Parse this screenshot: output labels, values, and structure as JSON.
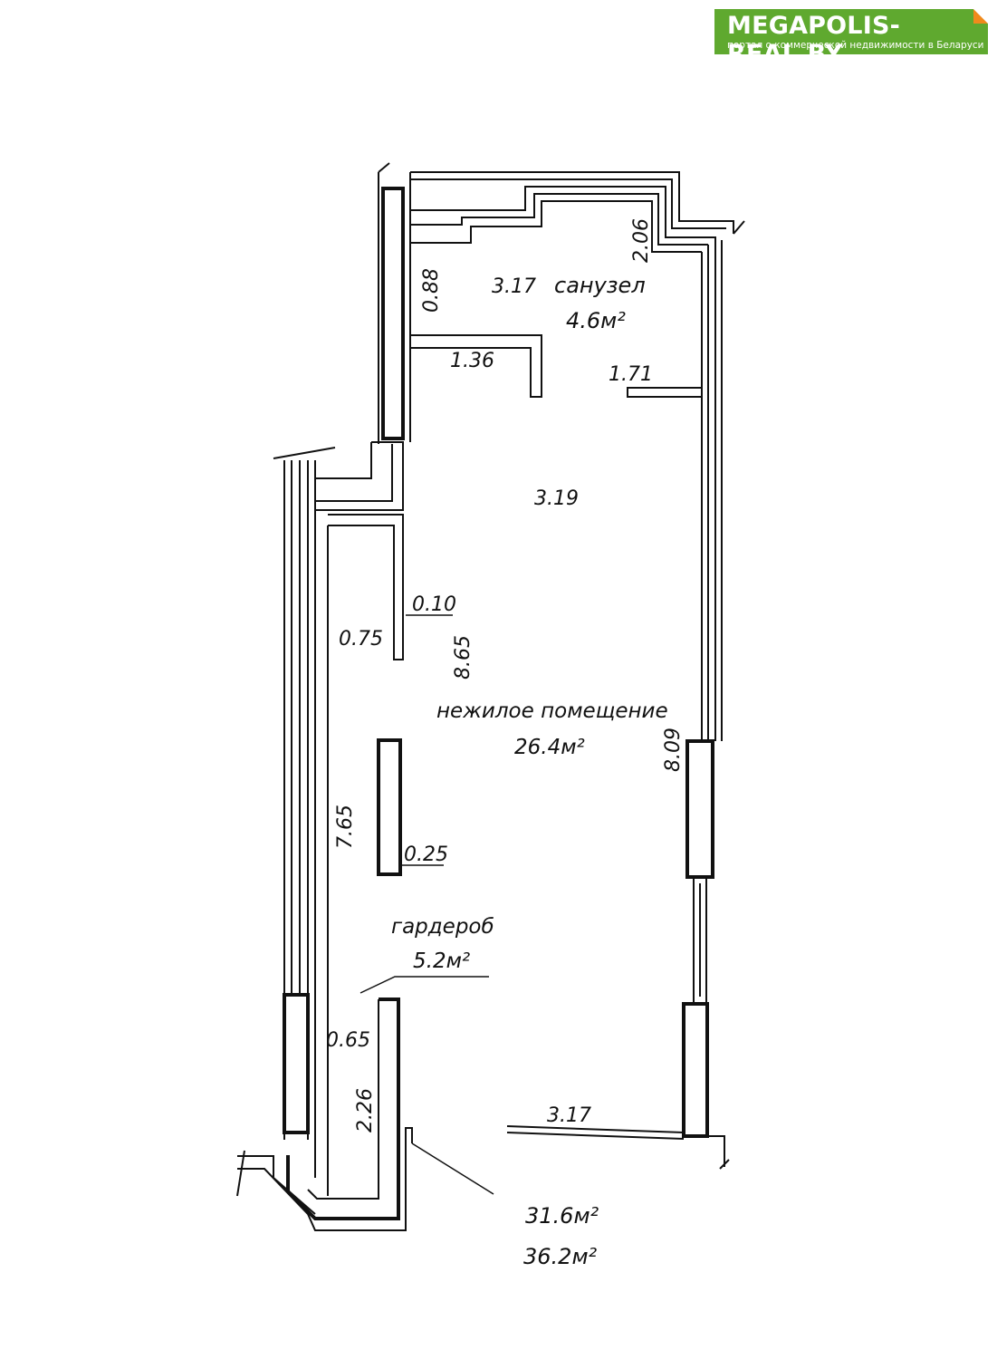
{
  "logo": {
    "brand": "MEGAPOLIS-REAL.BY",
    "tagline": "портал о коммерческой недвижимости в Беларуси",
    "color": "#5fa92f",
    "corner_color": "#f08a1c"
  },
  "rooms": {
    "bathroom_name": "санузел",
    "bathroom_area": "4.6м²",
    "main_name": "нежилое помещение",
    "main_area": "26.4м²",
    "wardrobe_name": "гардероб",
    "wardrobe_area": "5.2м²"
  },
  "totals": {
    "area_1": "31.6м²",
    "area_2": "36.2м²"
  },
  "dimensions": {
    "d_206": "2.06",
    "d_088": "0.88",
    "d_317_top": "3.17",
    "d_136": "1.36",
    "d_171": "1.71",
    "d_319": "3.19",
    "d_010": "0.10",
    "d_075": "0.75",
    "d_865": "8.65",
    "d_809": "8.09",
    "d_765": "7.65",
    "d_025": "0.25",
    "d_065": "0.65",
    "d_226": "2.26",
    "d_317_bottom": "3.17"
  }
}
